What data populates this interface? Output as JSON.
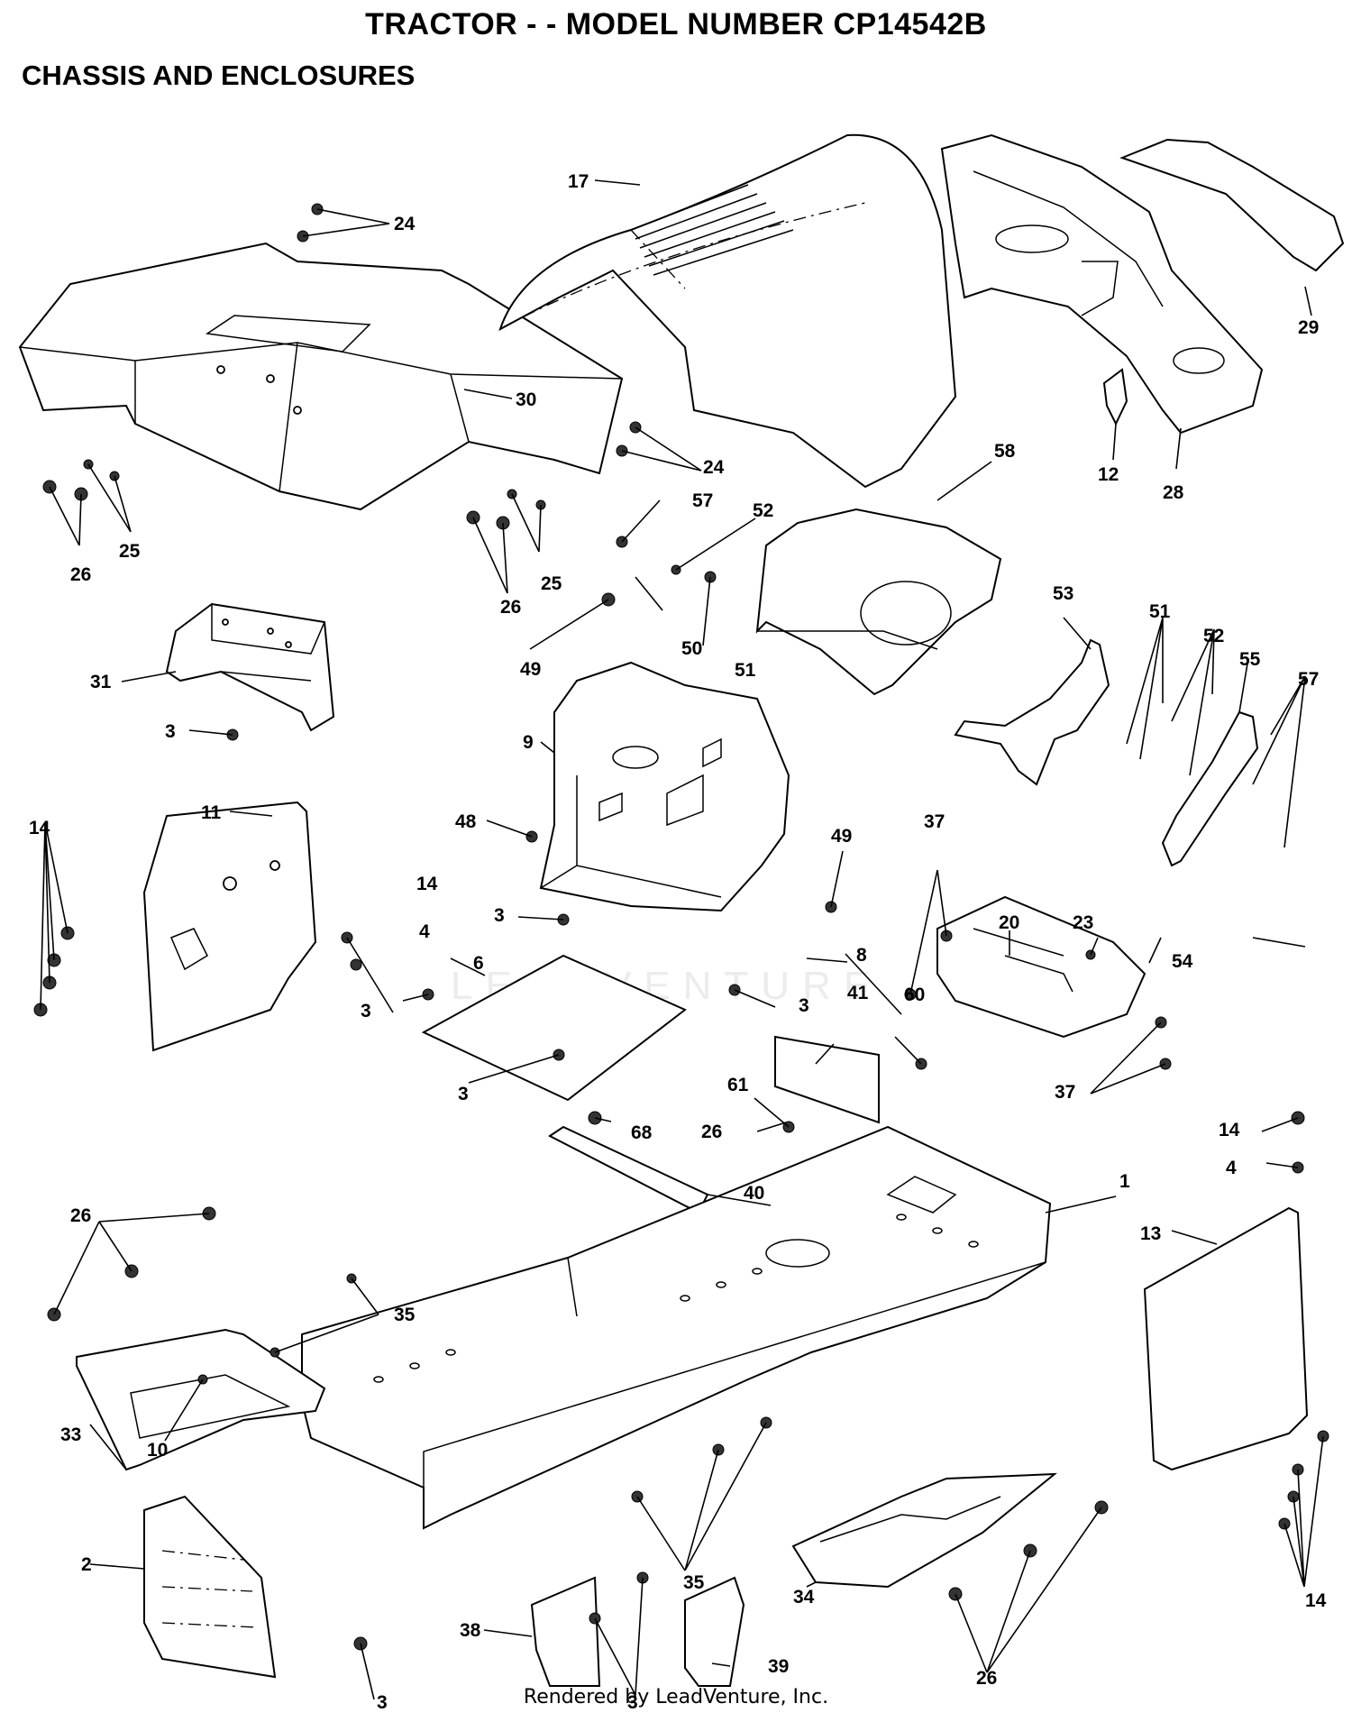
{
  "header": {
    "title": "TRACTOR - - MODEL NUMBER CP14542B",
    "subtitle": "CHASSIS AND ENCLOSURES"
  },
  "watermark": "LEADVENTURE",
  "footer": "Rendered by LeadVenture, Inc.",
  "callouts": [
    {
      "id": "c17",
      "label": "17"
    },
    {
      "id": "c24a",
      "label": "24"
    },
    {
      "id": "c30",
      "label": "30"
    },
    {
      "id": "c29",
      "label": "29"
    },
    {
      "id": "c12",
      "label": "12"
    },
    {
      "id": "c28",
      "label": "28"
    },
    {
      "id": "c24b",
      "label": "24"
    },
    {
      "id": "c58",
      "label": "58"
    },
    {
      "id": "c25a",
      "label": "25"
    },
    {
      "id": "c26a",
      "label": "26"
    },
    {
      "id": "c57a",
      "label": "57"
    },
    {
      "id": "c52a",
      "label": "52"
    },
    {
      "id": "c25b",
      "label": "25"
    },
    {
      "id": "c26b",
      "label": "26"
    },
    {
      "id": "c50",
      "label": "50"
    },
    {
      "id": "c49a",
      "label": "49"
    },
    {
      "id": "c51a",
      "label": "51"
    },
    {
      "id": "c31",
      "label": "31"
    },
    {
      "id": "c3a",
      "label": "3"
    },
    {
      "id": "c9",
      "label": "9"
    },
    {
      "id": "c53",
      "label": "53"
    },
    {
      "id": "c51b",
      "label": "51"
    },
    {
      "id": "c52b",
      "label": "52"
    },
    {
      "id": "c55",
      "label": "55"
    },
    {
      "id": "c57b",
      "label": "57"
    },
    {
      "id": "c11",
      "label": "11"
    },
    {
      "id": "c14a",
      "label": "14"
    },
    {
      "id": "c48",
      "label": "48"
    },
    {
      "id": "c49b",
      "label": "49"
    },
    {
      "id": "c37a",
      "label": "37"
    },
    {
      "id": "c14b",
      "label": "14"
    },
    {
      "id": "c4a",
      "label": "4"
    },
    {
      "id": "c20",
      "label": "20"
    },
    {
      "id": "c23",
      "label": "23"
    },
    {
      "id": "c3b",
      "label": "3"
    },
    {
      "id": "c8",
      "label": "8"
    },
    {
      "id": "c54",
      "label": "54"
    },
    {
      "id": "c6",
      "label": "6"
    },
    {
      "id": "c3c",
      "label": "3"
    },
    {
      "id": "c3d",
      "label": "3"
    },
    {
      "id": "c41",
      "label": "41"
    },
    {
      "id": "c60",
      "label": "60"
    },
    {
      "id": "c37b",
      "label": "37"
    },
    {
      "id": "c3e",
      "label": "3"
    },
    {
      "id": "c61",
      "label": "61"
    },
    {
      "id": "c26c",
      "label": "26"
    },
    {
      "id": "c68",
      "label": "68"
    },
    {
      "id": "c14c",
      "label": "14"
    },
    {
      "id": "c4b",
      "label": "4"
    },
    {
      "id": "c40",
      "label": "40"
    },
    {
      "id": "c1",
      "label": "1"
    },
    {
      "id": "c26d",
      "label": "26"
    },
    {
      "id": "c13",
      "label": "13"
    },
    {
      "id": "c35a",
      "label": "35"
    },
    {
      "id": "c33",
      "label": "33"
    },
    {
      "id": "c10",
      "label": "10"
    },
    {
      "id": "c2",
      "label": "2"
    },
    {
      "id": "c35b",
      "label": "35"
    },
    {
      "id": "c34",
      "label": "34"
    },
    {
      "id": "c14d",
      "label": "14"
    },
    {
      "id": "c38",
      "label": "38"
    },
    {
      "id": "c39",
      "label": "39"
    },
    {
      "id": "c3f",
      "label": "3"
    },
    {
      "id": "c3g",
      "label": "3"
    },
    {
      "id": "c26e",
      "label": "26"
    }
  ]
}
